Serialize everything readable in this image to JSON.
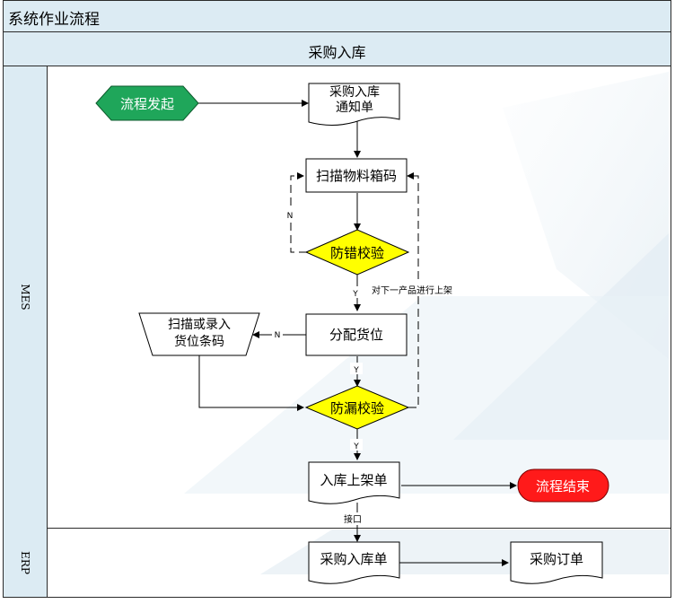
{
  "header": {
    "title": "系统作业流程",
    "subtitle": "采购入库"
  },
  "lanes": {
    "mes": "MES",
    "erp": "ERP"
  },
  "nodes": {
    "start": "流程发起",
    "notice_line1": "采购入库",
    "notice_line2": "通知单",
    "scan_box": "扫描物料箱码",
    "check_error": "防错校验",
    "allocate": "分配货位",
    "manual_line1": "扫描或录入",
    "manual_line2": "货位条码",
    "check_missing": "防漏校验",
    "shelf_doc": "入库上架单",
    "end": "流程结束",
    "erp_receipt": "采购入库单",
    "erp_order": "采购订单"
  },
  "edge_labels": {
    "n1": "N",
    "y1": "Y",
    "n2": "N",
    "y2": "Y",
    "y3": "Y",
    "next_product": "对下一产品进行上架",
    "interface": "接口"
  },
  "colors": {
    "lane_header_bg": "#dcebf3",
    "start_fill": "#1fa65a",
    "decision_fill": "#ffff00",
    "end_fill": "#ff1a1a",
    "line": "#000000"
  }
}
